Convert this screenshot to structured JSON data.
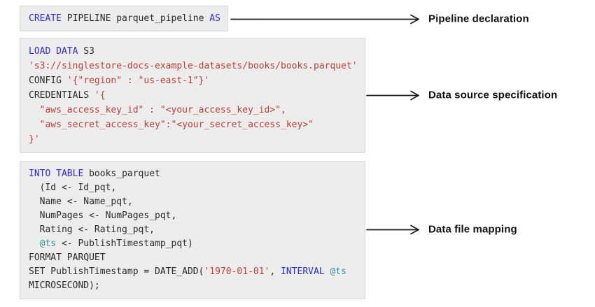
{
  "colors": {
    "page_background": "#ffffff",
    "block_background": "#ececec",
    "block_border": "#d8d8d8",
    "keyword": "#2d2dd3",
    "string": "#bb4037",
    "variable": "#2f9492",
    "code_text": "#2b2b2b",
    "label_text": "#121212",
    "arrow": "#1a1a1a"
  },
  "annotations": [
    {
      "label": "Pipeline declaration"
    },
    {
      "label": "Data source specification"
    },
    {
      "label": "Data file mapping"
    }
  ],
  "code_blocks": [
    {
      "name": "pipeline-declaration",
      "lines": [
        [
          {
            "t": "CREATE",
            "c": "kw"
          },
          {
            "t": " PIPELINE parquet_pipeline ",
            "c": "plain"
          },
          {
            "t": "AS",
            "c": "kw"
          }
        ]
      ]
    },
    {
      "name": "data-source-specification",
      "lines": [
        [
          {
            "t": "LOAD DATA",
            "c": "kw"
          },
          {
            "t": " S3",
            "c": "plain"
          }
        ],
        [
          {
            "t": "'s3://singlestore-docs-example-datasets/books/books.parquet'",
            "c": "str"
          }
        ],
        [
          {
            "t": "CONFIG ",
            "c": "plain"
          },
          {
            "t": "'{\"region\" : \"us-east-1\"}'",
            "c": "str"
          }
        ],
        [
          {
            "t": "CREDENTIALS ",
            "c": "plain"
          },
          {
            "t": "'{",
            "c": "str"
          }
        ],
        [
          {
            "t": "  \"aws_access_key_id\" : \"<your_access_key_id>\",",
            "c": "str"
          }
        ],
        [
          {
            "t": "  \"aws_secret_access_key\":\"<your_secret_access_key>\"",
            "c": "str"
          }
        ],
        [
          {
            "t": "}'",
            "c": "str"
          }
        ]
      ]
    },
    {
      "name": "data-file-mapping",
      "lines": [
        [
          {
            "t": "INTO TABLE",
            "c": "kw"
          },
          {
            "t": " books_parquet",
            "c": "plain"
          }
        ],
        [
          {
            "t": "  (Id <- Id_pqt,",
            "c": "plain"
          }
        ],
        [
          {
            "t": "  Name <- Name_pqt,",
            "c": "plain"
          }
        ],
        [
          {
            "t": "  NumPages <- NumPages_pqt,",
            "c": "plain"
          }
        ],
        [
          {
            "t": "  Rating <- Rating_pqt,",
            "c": "plain"
          }
        ],
        [
          {
            "t": "  ",
            "c": "plain"
          },
          {
            "t": "@ts",
            "c": "var"
          },
          {
            "t": " <- PublishTimestamp_pqt)",
            "c": "plain"
          }
        ],
        [
          {
            "t": "FORMAT PARQUET",
            "c": "plain"
          }
        ],
        [
          {
            "t": "SET PublishTimestamp = DATE_ADD(",
            "c": "plain"
          },
          {
            "t": "'1970-01-01'",
            "c": "str"
          },
          {
            "t": ", ",
            "c": "plain"
          },
          {
            "t": "INTERVAL",
            "c": "kw"
          },
          {
            "t": " ",
            "c": "plain"
          },
          {
            "t": "@ts",
            "c": "var"
          }
        ],
        [
          {
            "t": "MICROSECOND);",
            "c": "plain"
          }
        ]
      ]
    }
  ]
}
